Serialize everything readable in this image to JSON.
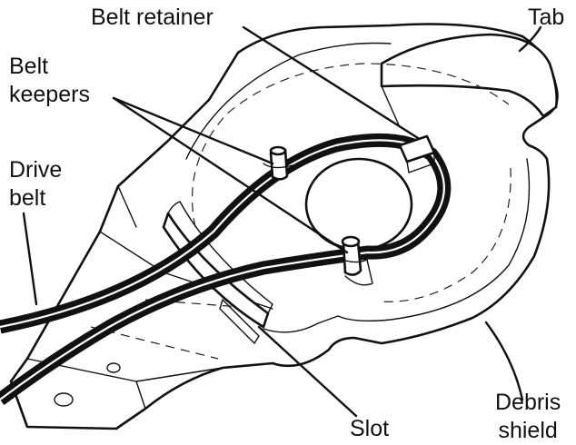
{
  "labels": {
    "belt_retainer": "Belt retainer",
    "tab": "Tab",
    "belt_keepers_line1": "Belt",
    "belt_keepers_line2": "keepers",
    "drive_belt_line1": "Drive",
    "drive_belt_line2": "belt",
    "slot": "Slot",
    "debris_shield_line1": "Debris",
    "debris_shield_line2": "shield"
  }
}
